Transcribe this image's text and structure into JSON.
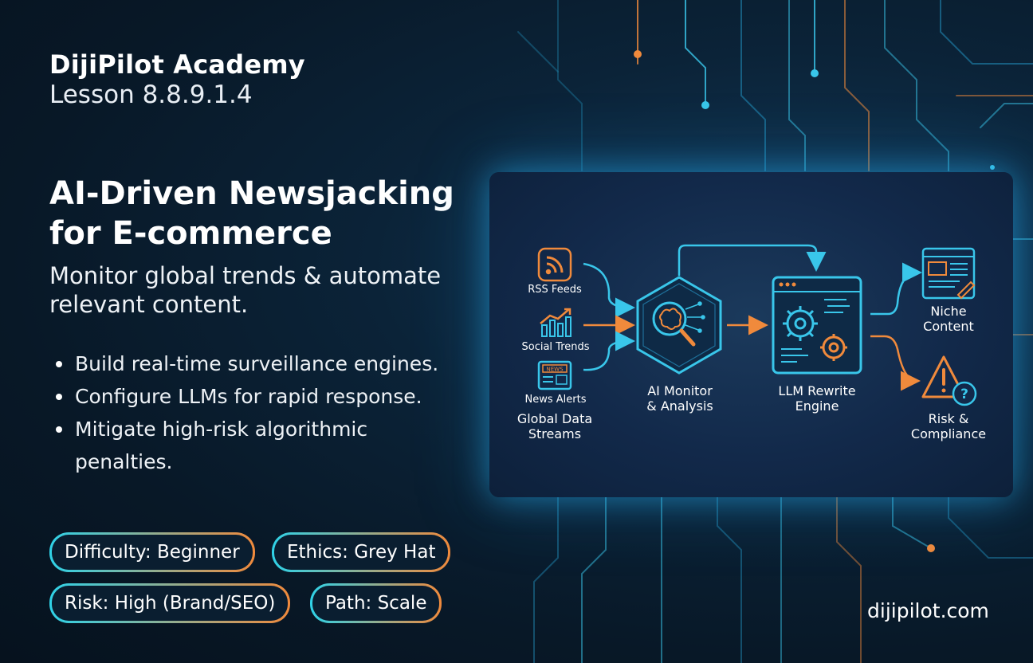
{
  "brand": {
    "name": "DijiPilot Academy",
    "lesson": "Lesson 8.8.9.1.4"
  },
  "title": {
    "line1": "AI-Driven Newsjacking",
    "line2": "for E-commerce"
  },
  "subtitle": {
    "line1": "Monitor global trends & automate",
    "line2": "relevant content."
  },
  "bullets": [
    "Build real-time surveillance engines.",
    "Configure LLMs for rapid response.",
    "Mitigate high-risk algorithmic",
    "penalties."
  ],
  "tags": {
    "difficulty": "Difficulty: Beginner",
    "ethics": "Ethics: Grey Hat",
    "risk": "Risk: High (Brand/SEO)",
    "path": "Path: Scale"
  },
  "website": "dijipilot.com",
  "diagram": {
    "sources": {
      "rss": "RSS Feeds",
      "social": "Social Trends",
      "news": "News Alerts",
      "group_line1": "Global Data",
      "group_line2": "Streams"
    },
    "monitor": {
      "line1": "AI Monitor",
      "line2": "& Analysis"
    },
    "rewrite": {
      "line1": "LLM Rewrite",
      "line2": "Engine"
    },
    "niche": {
      "line1": "Niche",
      "line2": "Content"
    },
    "risk": {
      "line1": "Risk &",
      "line2": "Compliance"
    },
    "news_icon_text": "NEWS"
  },
  "colors": {
    "cyan": "#39c6ea",
    "orange": "#f08a3c",
    "background": "#081827"
  }
}
